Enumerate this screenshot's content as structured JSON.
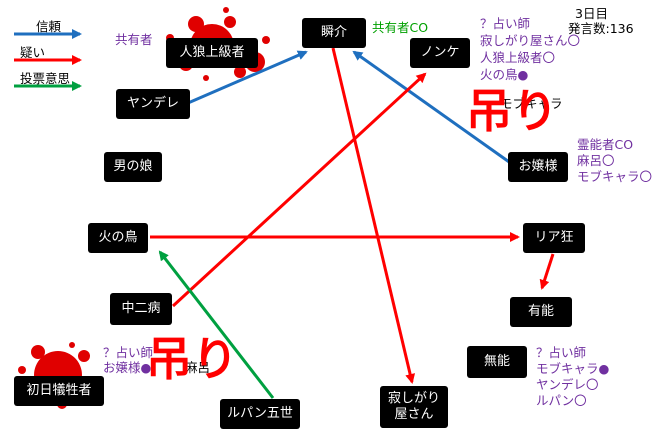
{
  "legend": {
    "trust": {
      "label": "信頼",
      "color": "#1f6fbf"
    },
    "doubt": {
      "label": "疑い",
      "color": "#ff0000"
    },
    "vote": {
      "label": "投票意思",
      "color": "#00a040"
    }
  },
  "status": {
    "day": "3日目",
    "count": "発言数:136"
  },
  "nodes": {
    "jinrou": "人狼上級者",
    "yandere": "ヤンデレ",
    "otokonoko": "男の娘",
    "hinotori": "火の鳥",
    "chuni": "中二病",
    "shonichi": "初日犠牲者",
    "lupin": "ルパン五世",
    "shunsuke": "瞬介",
    "nonke": "ノンケ",
    "ojou": "お嬢様",
    "riakyo": "リア狂",
    "yuno": "有能",
    "muno": "無能",
    "sabishi_1": "寂しがり",
    "sabishi_2": "屋さん"
  },
  "notes": {
    "kyoyu_left": "共有者",
    "kyoyu_co": "共有者CO",
    "nonke_lines": [
      "？占い師",
      "寂しがり屋さん〇",
      "人狼上級者〇",
      "火の鳥●"
    ],
    "mobkyara": "モブキャラ",
    "ojou_lines": [
      "霊能者CO",
      "麻呂〇",
      "モブキャラ〇"
    ],
    "muno_lines": [
      "？占い師",
      "モブキャラ●",
      "ヤンデレ〇",
      "ルパン〇"
    ],
    "shonichi_lines": [
      "？占い師",
      "お嬢様●"
    ],
    "maro": "麻呂",
    "tsuri_1": "吊り",
    "tsuri_2": "吊り"
  }
}
